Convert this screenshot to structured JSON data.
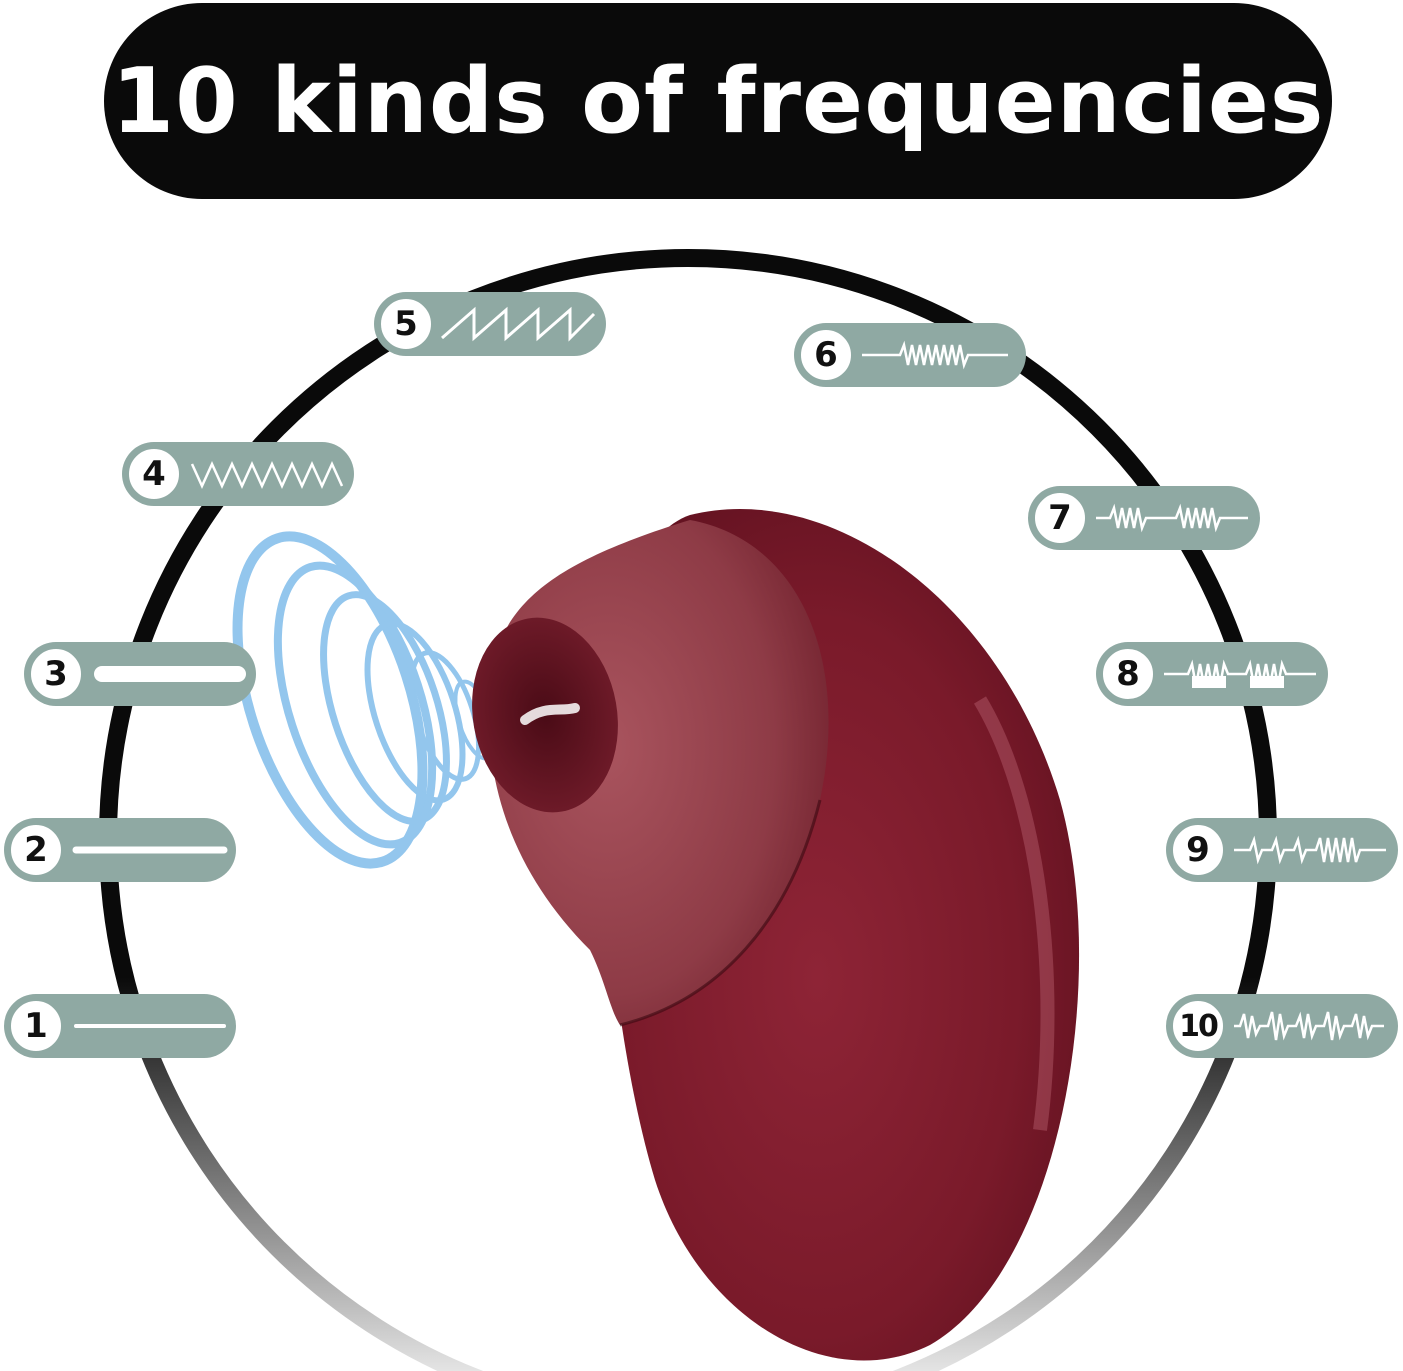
{
  "title": "10 kinds of frequencies",
  "colors": {
    "banner": "#0a0a0a",
    "pill": "#8fa9a3",
    "ring": "#0a0a0a",
    "device": "#7a1a2a",
    "suction": "#6fb4e8"
  },
  "modes": [
    {
      "label": "1",
      "pattern": "flat-line"
    },
    {
      "label": "2",
      "pattern": "flat-line"
    },
    {
      "label": "3",
      "pattern": "thick-bar"
    },
    {
      "label": "4",
      "pattern": "zigzag"
    },
    {
      "label": "5",
      "pattern": "sawtooth"
    },
    {
      "label": "6",
      "pattern": "burst"
    },
    {
      "label": "7",
      "pattern": "double-burst"
    },
    {
      "label": "8",
      "pattern": "square-burst"
    },
    {
      "label": "9",
      "pattern": "pulse-then-burst"
    },
    {
      "label": "10",
      "pattern": "random-bursts"
    }
  ]
}
